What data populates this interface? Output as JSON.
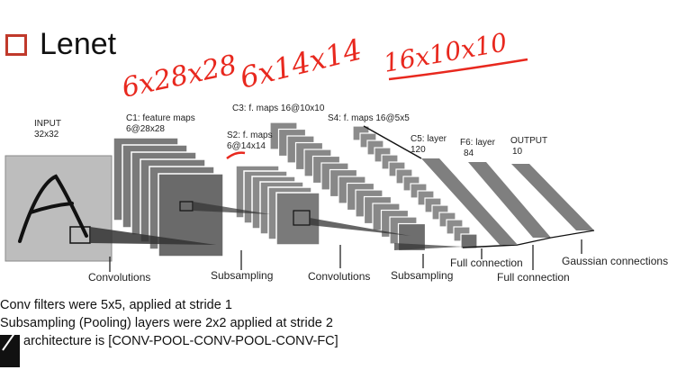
{
  "title": "Lenet",
  "annotations": {
    "c1_dims": "6x28x28",
    "s2_dims": "6x14x14",
    "c3_dims": "16x10x10"
  },
  "layers": {
    "input": {
      "line1": "INPUT",
      "line2": "32x32"
    },
    "c1": {
      "line1": "C1: feature maps",
      "line2": "6@28x28"
    },
    "s2": {
      "line1": "S2: f. maps",
      "line2": "6@14x14"
    },
    "c3": {
      "line1": "C3: f. maps 16@10x10"
    },
    "s4": {
      "line1": "S4: f. maps 16@5x5"
    },
    "c5": {
      "line1": "C5: layer",
      "line2": "120"
    },
    "f6": {
      "line1": "F6: layer",
      "line2": "84"
    },
    "output": {
      "line1": "OUTPUT",
      "line2": "10"
    }
  },
  "operations": {
    "conv1": "Convolutions",
    "sub1": "Subsampling",
    "conv2": "Convolutions",
    "sub2": "Subsampling",
    "full1": "Full connection",
    "full2": "Full connection",
    "gauss": "Gaussian connections"
  },
  "notes": {
    "line1": "Conv filters were 5x5, applied at stride 1",
    "line2": "Subsampling (Pooling) layers were 2x2 applied at stride 2",
    "line3": "architecture is [CONV-POOL-CONV-POOL-CONV-FC]"
  },
  "colors": {
    "title_box": "#c0392b",
    "handwriting": "#e8281e"
  }
}
